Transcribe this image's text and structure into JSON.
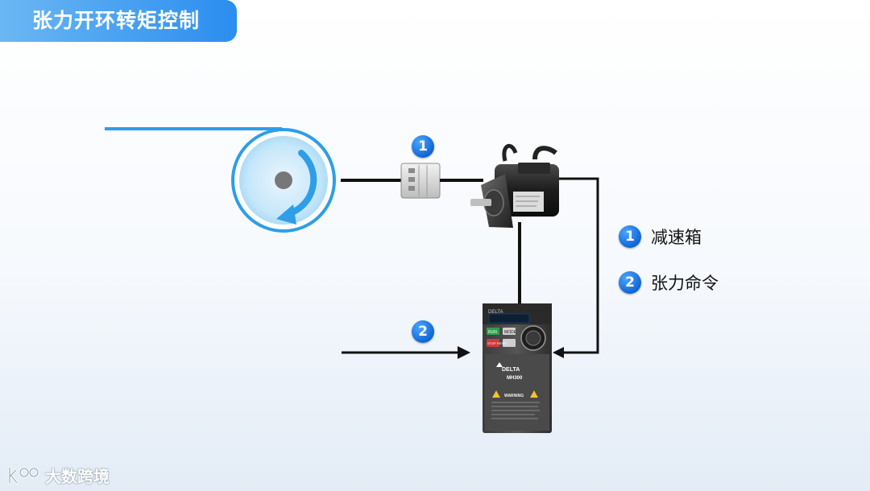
{
  "title": "张力开环转矩控制",
  "callouts": [
    {
      "number": "1",
      "target": "gearbox"
    },
    {
      "number": "2",
      "target": "tension-command"
    }
  ],
  "legend": [
    {
      "number": "1",
      "label": "减速箱"
    },
    {
      "number": "2",
      "label": "张力命令"
    }
  ],
  "drive": {
    "brand": "DELTA",
    "model": "MH300",
    "warning": "WARNING",
    "keys": [
      "RUN",
      "MODE",
      "STOP RESET"
    ]
  },
  "watermark": {
    "text": "大数跨境",
    "logo_icon": "koo-logo-icon"
  },
  "colors": {
    "accent_blue": "#2b8df0",
    "line": "#111111",
    "roll_blue": "#2e9ee8",
    "badge_blue": "#1166d6"
  }
}
